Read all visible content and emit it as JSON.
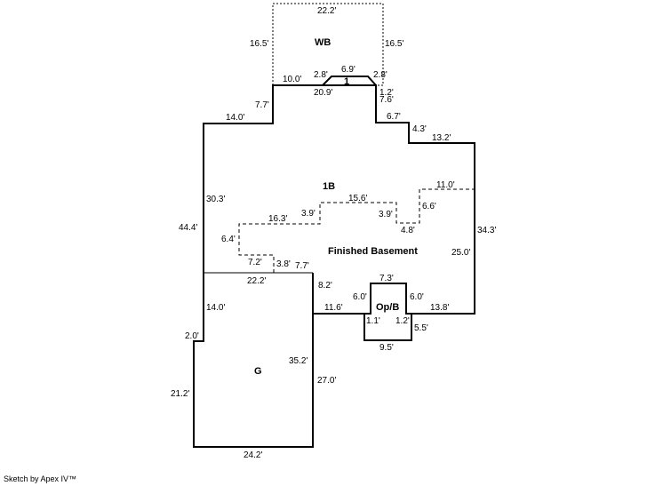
{
  "rooms": {
    "wb": "WB",
    "first": "1",
    "basement_1b": "1B",
    "finished_basement": "Finished Basement",
    "opb": "Op/B",
    "garage": "G"
  },
  "dims": [
    "22.2'",
    "16.5'",
    "16.5'",
    "10.0'",
    "2.8'",
    "6.9'",
    "2.8'",
    "20.9'",
    "1.2'",
    "7.6'",
    "7.7'",
    "14.0'",
    "6.7'",
    "4.3'",
    "13.2'",
    "30.3'",
    "44.4'",
    "11.0'",
    "15.6'",
    "3.9'",
    "3.9'",
    "16.3'",
    "6.6'",
    "4.8'",
    "6.4'",
    "34.3'",
    "25.0'",
    "7.2'",
    "3.8'",
    "7.7'",
    "22.2'",
    "8.2'",
    "7.3'",
    "6.0'",
    "6.0'",
    "11.6'",
    "13.8'",
    "14.0'",
    "1.1'",
    "1.2'",
    "5.5'",
    "2.0'",
    "9.5'",
    "35.2'",
    "27.0'",
    "21.2'",
    "24.2'"
  ],
  "credit": "Sketch by Apex IV™"
}
